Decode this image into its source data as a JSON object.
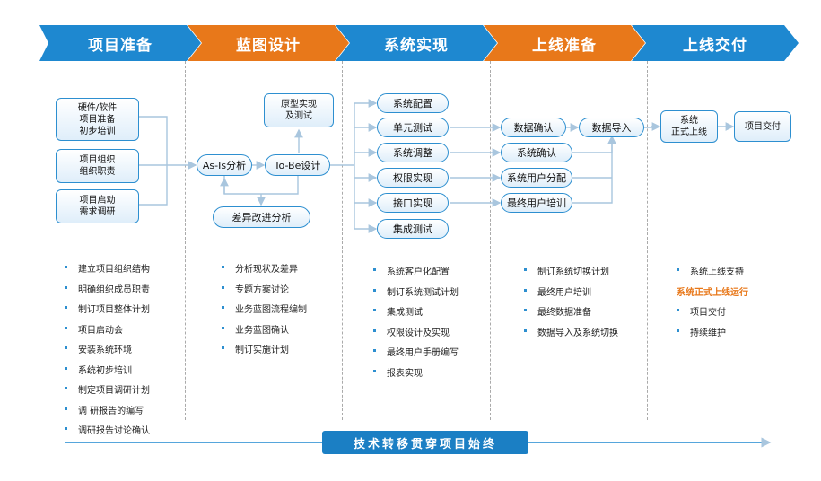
{
  "colors": {
    "blue": "#1e88d0",
    "orange": "#e8781a",
    "line": "#a9c6de",
    "box_border": "#2d8fd0"
  },
  "phases": [
    {
      "label": "项目准备",
      "color": "blue"
    },
    {
      "label": "蓝图设计",
      "color": "orange"
    },
    {
      "label": "系统实现",
      "color": "blue"
    },
    {
      "label": "上线准备",
      "color": "orange"
    },
    {
      "label": "上线交付",
      "color": "blue"
    }
  ],
  "boxes": {
    "hw_sw": "硬件/软件\n项目准备\n初步培训",
    "org": "项目组织\n组织职责",
    "kickoff": "项目启动\n需求调研",
    "as_is": "As-Is分析",
    "prototype": "原型实现\n及测试",
    "to_be": "To-Be设计",
    "gap": "差异改进分析",
    "sys_config": "系统配置",
    "unit_test": "单元测试",
    "sys_adjust": "系统调整",
    "perm": "权限实现",
    "interface": "接口实现",
    "integration": "集成测试",
    "data_confirm": "数据确认",
    "data_import": "数据导入",
    "sys_confirm": "系统确认",
    "user_assign": "系统用户分配",
    "final_training": "最终用户培训",
    "golive": "系统\n正式上线",
    "delivery": "项目交付"
  },
  "lists": {
    "prep": [
      "建立项目组织结构",
      "明确组织成员职责",
      "制订项目整体计划",
      "项目启动会",
      "安装系统环境",
      "系统初步培训",
      "制定项目调研计划",
      "调 研报告的编写",
      "调研报告讨论确认"
    ],
    "design": [
      "分析现状及差异",
      "专题方案讨论",
      "业务蓝图流程编制",
      "业务蓝图确认",
      "制订实施计划"
    ],
    "impl": [
      "系统客户化配置",
      "制订系统测试计划",
      "集成测试",
      "权限设计及实现",
      "最终用户手册编写",
      "报表实现"
    ],
    "golive_prep": [
      "制订系统切换计划",
      "最终用户培训",
      "最终数据准备",
      "数据导入及系统切换"
    ],
    "delivery": [
      "系统上线支持",
      "系统正式上线运行",
      "项目交付",
      "持续维护"
    ]
  },
  "banner": "技术转移贯穿项目始终"
}
